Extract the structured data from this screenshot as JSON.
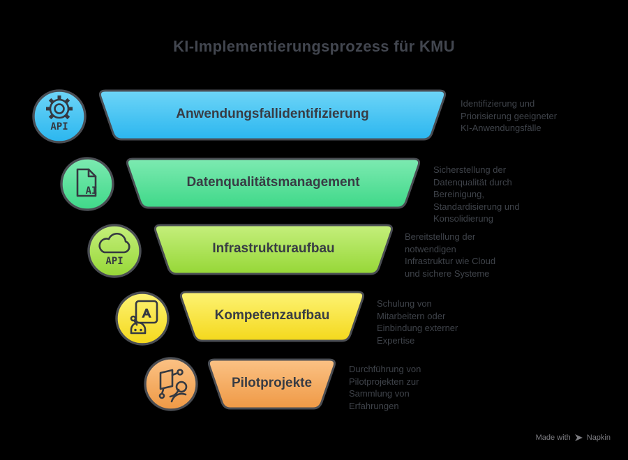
{
  "title": "KI-Implementierungsprozess für KMU",
  "palette": {
    "background": "#000000",
    "outline": "#4a4d53",
    "title_color": "#42464f",
    "label_color": "#383c44",
    "desc_color": "#3f434a",
    "glyph_color": "#353941",
    "footer_color": "#7d7d82"
  },
  "stages": [
    {
      "label": "Anwendungsfallidentifizierung",
      "icon": "gear-api-icon",
      "icon_text": "API",
      "colors": {
        "top": "#6ed5f7",
        "bottom": "#2bb6ef"
      },
      "description": "Identifizierung und\nPriorisierung geeigneter\nKI-Anwendungsfälle"
    },
    {
      "label": "Datenqualitätsmanagement",
      "icon": "document-ai-icon",
      "icon_text": "AI",
      "colors": {
        "top": "#7deab1",
        "bottom": "#3fd889"
      },
      "description": "Sicherstellung der\nDatenqualität durch\nBereinigung,\nStandardisierung und\nKonsolidierung"
    },
    {
      "label": "Infrastrukturaufbau",
      "icon": "cloud-api-icon",
      "icon_text": "API",
      "colors": {
        "top": "#c5ef7c",
        "bottom": "#96d737"
      },
      "description": "Bereitstellung der\nnotwendigen\nInfrastruktur wie Cloud\nund sichere Systeme"
    },
    {
      "label": "Kompetenzaufbau",
      "icon": "robot-training-icon",
      "icon_text": "A",
      "colors": {
        "top": "#fdf374",
        "bottom": "#f4d81c"
      },
      "description": "Schulung von\nMitarbeitern oder\nEinbindung externer\nExpertise"
    },
    {
      "label": "Pilotprojekte",
      "icon": "pilot-presentation-icon",
      "icon_text": "",
      "colors": {
        "top": "#fbc285",
        "bottom": "#ef9945"
      },
      "description": "Durchführung von\nPilotprojekten zur\nSammlung von\nErfahrungen"
    }
  ],
  "footer": {
    "made_with": "Made with",
    "brand": "Napkin"
  }
}
